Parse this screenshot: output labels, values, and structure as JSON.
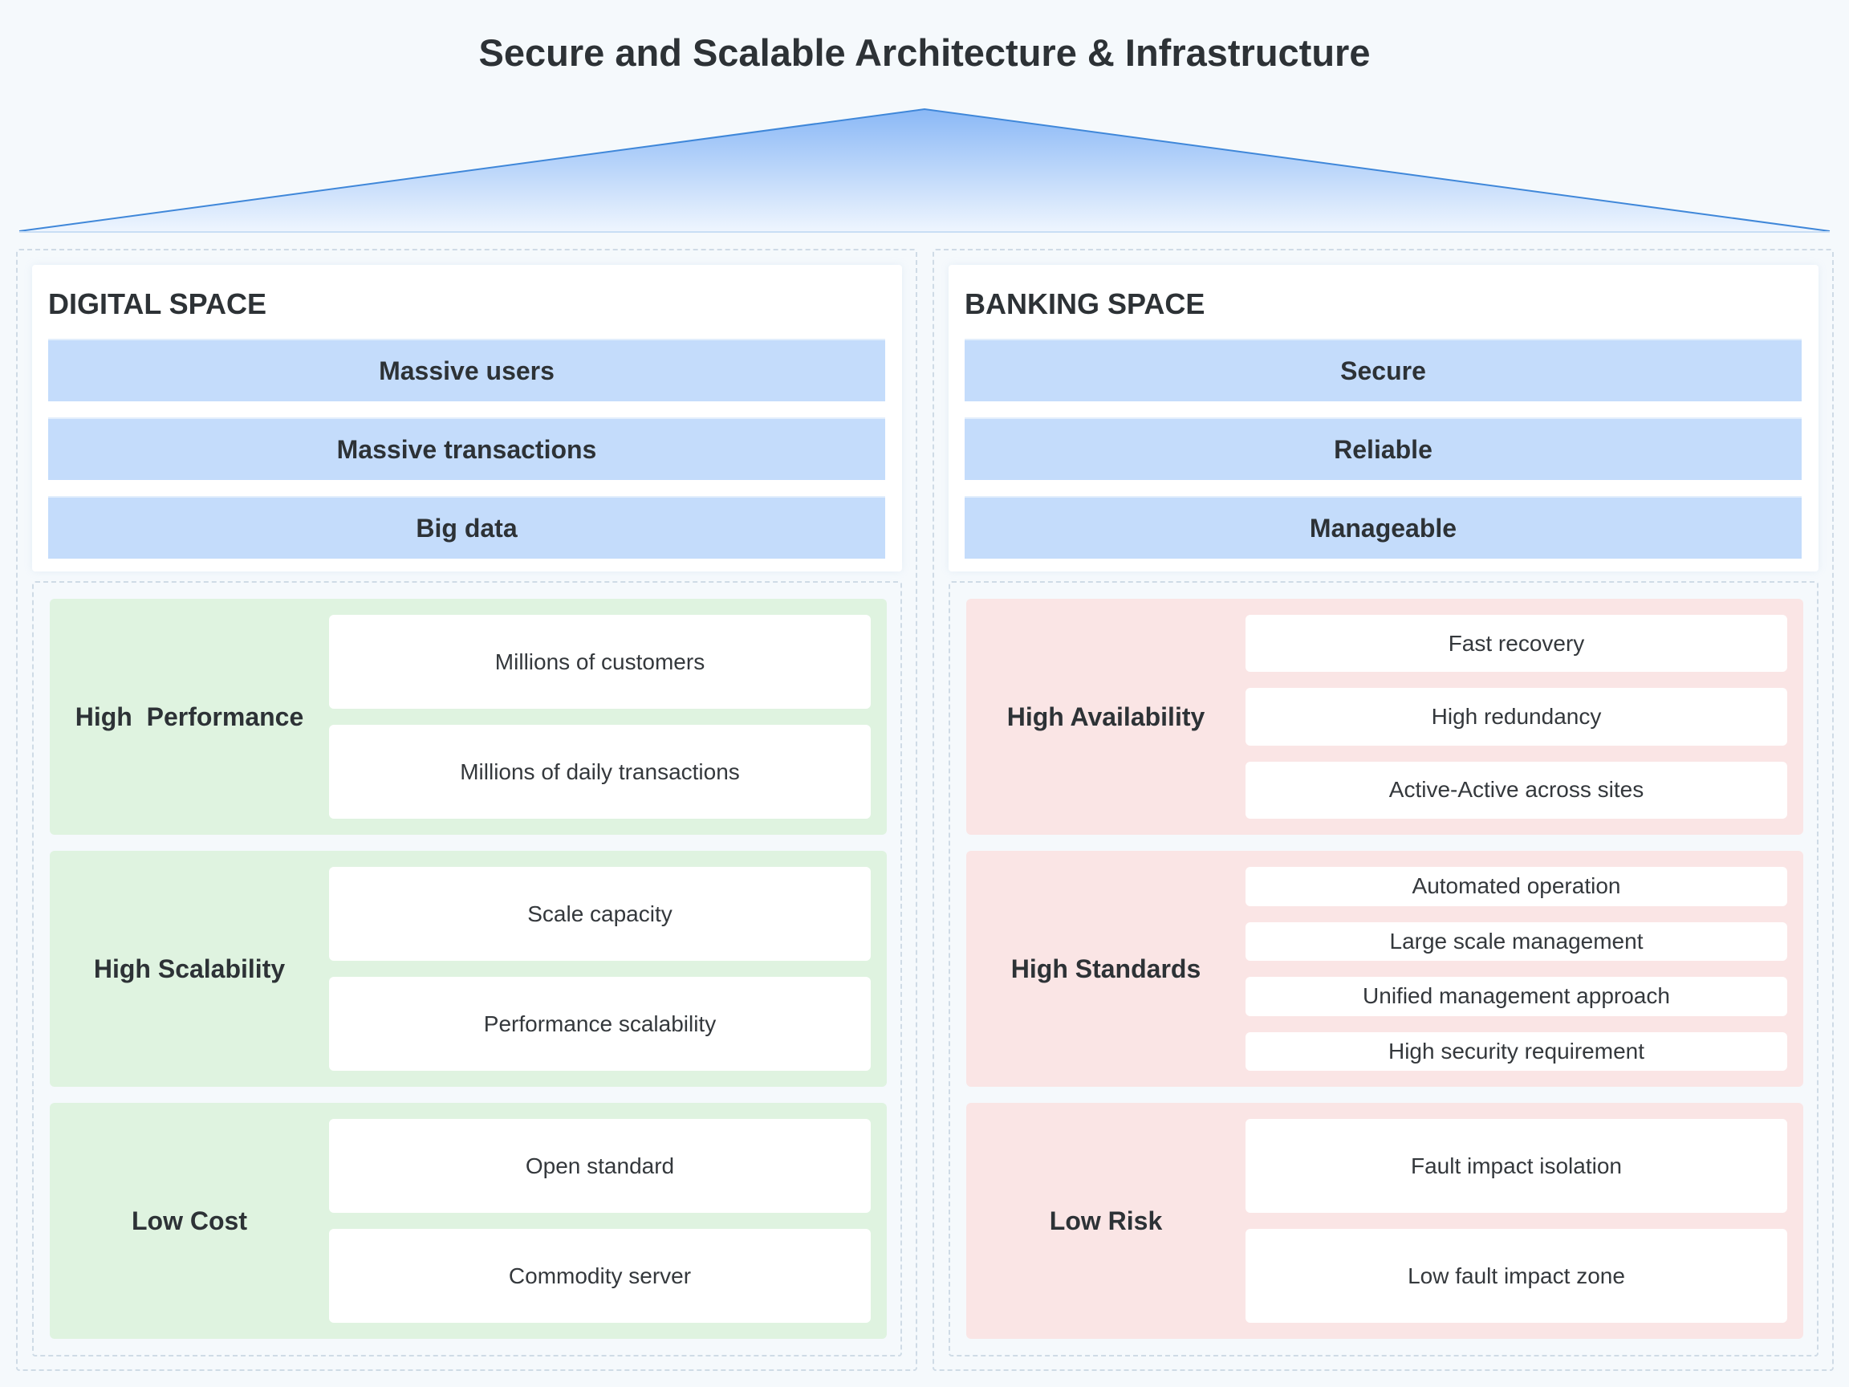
{
  "title": "Secure and Scalable Architecture & Infrastructure",
  "colors": {
    "roof_top": "#8ab8f6",
    "roof_bottom": "#eef5fe",
    "space_bar": "#c4dcfb",
    "digital_block": "#dff3e0",
    "banking_block": "#fae5e5"
  },
  "digital": {
    "title": "DIGITAL SPACE",
    "bars": [
      "Massive users",
      "Massive transactions",
      "Big data"
    ],
    "attributes": [
      {
        "label": "High  Performance",
        "items": [
          "Millions of customers",
          "Millions of daily transactions"
        ]
      },
      {
        "label": "High Scalability",
        "items": [
          "Scale capacity",
          "Performance scalability"
        ]
      },
      {
        "label": "Low Cost",
        "items": [
          "Open standard",
          "Commodity server"
        ]
      }
    ]
  },
  "banking": {
    "title": "BANKING SPACE",
    "bars": [
      "Secure",
      "Reliable",
      "Manageable"
    ],
    "attributes": [
      {
        "label": "High Availability",
        "items": [
          "Fast recovery",
          "High redundancy",
          "Active-Active across sites"
        ]
      },
      {
        "label": "High Standards",
        "items": [
          "Automated operation",
          "Large scale management",
          "Unified management approach",
          "High security requirement"
        ]
      },
      {
        "label": "Low Risk",
        "items": [
          "Fault impact isolation",
          "Low fault impact zone"
        ]
      }
    ]
  }
}
